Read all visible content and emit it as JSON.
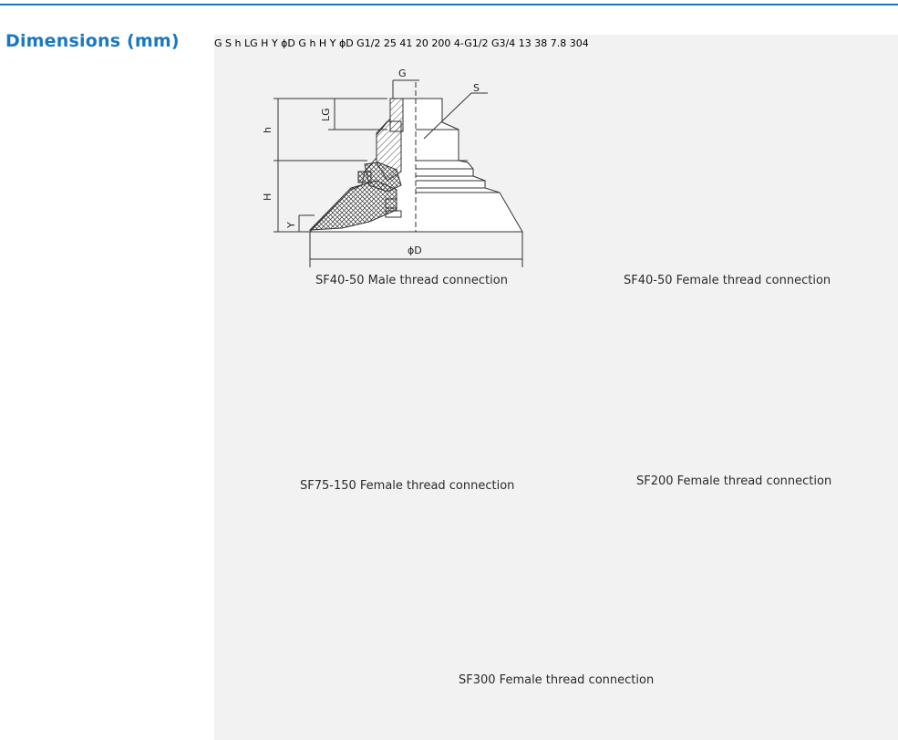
{
  "section": {
    "title": "Dimensions (mm)"
  },
  "figures": [
    {
      "caption": "SF40-50 Male thread connection",
      "labels": {
        "g": "G",
        "s": "S",
        "h": "h",
        "lg": "LG",
        "H": "H",
        "y": "Y",
        "d": "ϕD"
      }
    },
    {
      "caption": "SF40-50 Female thread connection",
      "labels": {
        "g": "G",
        "s": "S",
        "h": "h",
        "lg": "LG",
        "H": "H",
        "y": "Y",
        "d": "ϕD"
      }
    },
    {
      "caption": "SF75-150 Female thread connection",
      "labels": {
        "g": "G",
        "h": "h",
        "H": "H",
        "y": "Y",
        "d": "ϕD"
      }
    },
    {
      "caption": "SF200 Female thread connection",
      "labels": {
        "g": "G1/2",
        "h": "25",
        "H": "41",
        "y": "20",
        "d": "200"
      }
    },
    {
      "caption": "SF300 Female thread connection",
      "labels": {
        "port": "4-G1/2",
        "g": "G3/4",
        "top": "13",
        "h": "38",
        "y": "7.8",
        "d": "304"
      }
    }
  ],
  "colors": {
    "accent": "#1a78c2",
    "panel": "#f2f2f2",
    "line": "#333333"
  }
}
